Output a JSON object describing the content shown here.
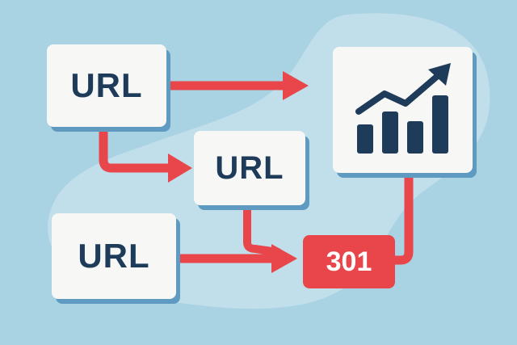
{
  "colors": {
    "background": "#a9d2e3",
    "blob": "#c1dfea",
    "card": "#f7f8f6",
    "card_shadow": "#5f9bc0",
    "text": "#1e3b5a",
    "arrow": "#e8464b",
    "badge": "#e8464b"
  },
  "nodes": {
    "url_top": "URL",
    "url_middle": "URL",
    "url_bottom": "URL",
    "redirect_badge": "301",
    "target_icon": "bar-chart-trending-up-icon"
  }
}
